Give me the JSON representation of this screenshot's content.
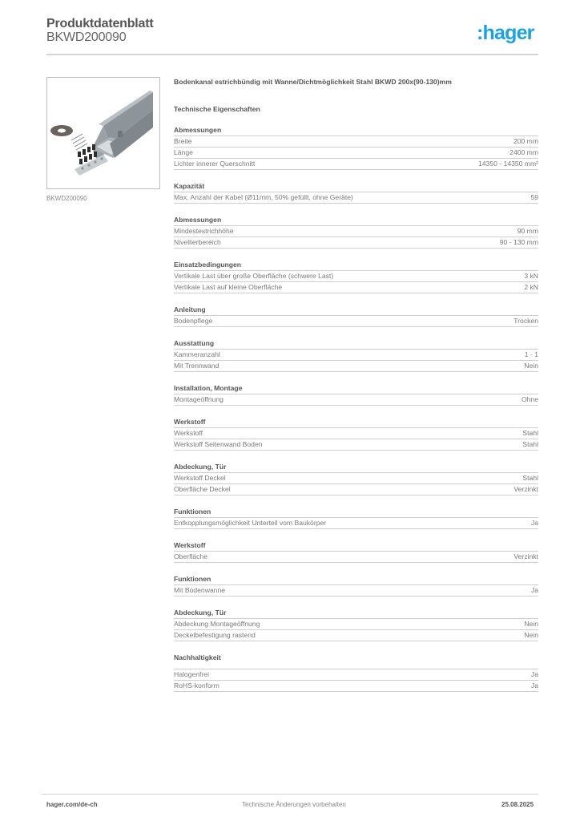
{
  "header": {
    "title": "Produktdatenblatt",
    "code": "BKWD200090",
    "logo_text": ":hager",
    "logo_color": "#1aa3e0"
  },
  "product": {
    "image_caption": "BKWD200090",
    "image_alt": "product-image-floor-duct",
    "title": "Bodenkanal estrichbündig mit Wanne/Dichtmöglichkeit Stahl BKWD 200x(90-130)mm",
    "tech_title": "Technische Eigenschaften"
  },
  "sections": [
    {
      "title": "Abmessungen",
      "rows": [
        {
          "label": "Breite",
          "value": "200 mm"
        },
        {
          "label": "Länge",
          "value": "2400 mm"
        },
        {
          "label": "Lichter innerer Querschnitt",
          "value": "14350 - 14350 mm²"
        }
      ]
    },
    {
      "title": "Kapazität",
      "rows": [
        {
          "label": "Max. Anzahl der Kabel (Ø11mm, 50% gefüllt, ohne Geräte)",
          "value": "59"
        }
      ]
    },
    {
      "title": "Abmessungen",
      "rows": [
        {
          "label": "Mindestestrichhöhe",
          "value": "90 mm"
        },
        {
          "label": "Nivellierbereich",
          "value": "90 - 130 mm"
        }
      ]
    },
    {
      "title": "Einsatzbedingungen",
      "rows": [
        {
          "label": "Vertikale Last über große Oberfläche (schwere Last)",
          "value": "3 kN"
        },
        {
          "label": "Vertikale Last auf kleine Oberfläche",
          "value": "2 kN"
        }
      ]
    },
    {
      "title": "Anleitung",
      "rows": [
        {
          "label": "Bodenpflege",
          "value": "Trocken"
        }
      ]
    },
    {
      "title": "Ausstattung",
      "rows": [
        {
          "label": "Kammeranzahl",
          "value": "1 - 1"
        },
        {
          "label": "Mit Trennwand",
          "value": "Nein"
        }
      ]
    },
    {
      "title": "Installation, Montage",
      "rows": [
        {
          "label": "Montageöffnung",
          "value": "Ohne"
        }
      ]
    },
    {
      "title": "Werkstoff",
      "rows": [
        {
          "label": "Werkstoff",
          "value": "Stahl"
        },
        {
          "label": "Werkstoff Seitenwand Boden",
          "value": "Stahl"
        }
      ]
    },
    {
      "title": "Abdeckung, Tür",
      "rows": [
        {
          "label": "Werkstoff Deckel",
          "value": "Stahl"
        },
        {
          "label": "Oberfläche Deckel",
          "value": "Verzinkt"
        }
      ]
    },
    {
      "title": "Funktionen",
      "rows": [
        {
          "label": "Entkopplungsmöglichkeit Unterteil vom Baukörper",
          "value": "Ja"
        }
      ]
    },
    {
      "title": "Werkstoff",
      "rows": [
        {
          "label": "Oberfläche",
          "value": "Verzinkt"
        }
      ]
    },
    {
      "title": "Funktionen",
      "rows": [
        {
          "label": "Mit Bodenwanne",
          "value": "Ja"
        }
      ]
    },
    {
      "title": "Abdeckung, Tür",
      "rows": [
        {
          "label": "Abdeckung Montageöffnung",
          "value": "Nein"
        },
        {
          "label": "Deckelbefestigung rastend",
          "value": "Nein"
        }
      ]
    },
    {
      "title": "Nachhaltigkeit",
      "rows": [
        {
          "label": "Halogenfrei",
          "value": "Ja"
        },
        {
          "label": "RoHS-konform",
          "value": "Ja"
        }
      ]
    }
  ],
  "footer": {
    "website": "hager.com/de-ch",
    "notice": "Technische Änderungen vorbehalten",
    "date": "25.08.2025"
  }
}
